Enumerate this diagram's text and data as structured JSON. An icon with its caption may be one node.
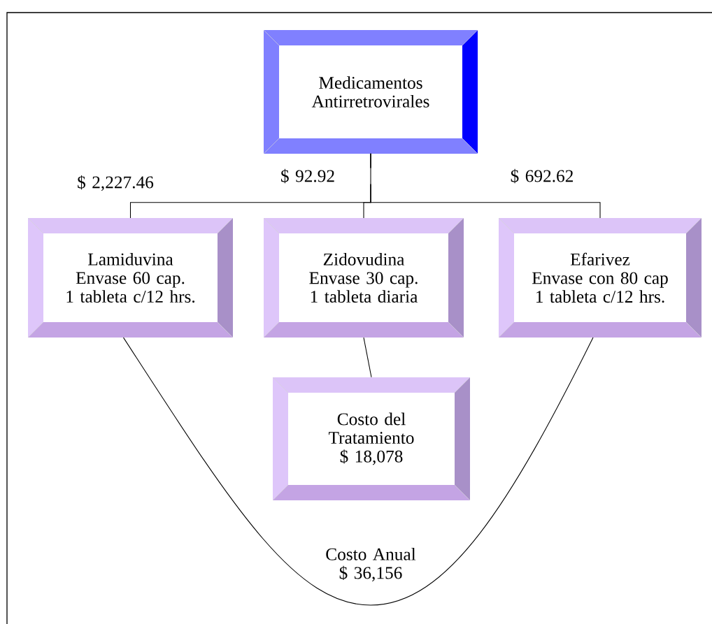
{
  "diagram": {
    "nodes": [
      {
        "text": [
          "Medicamentos Antirretrovirales"
        ]
      },
      {
        "text": [
          "Lamiduvina",
          "Envase 60 cap.",
          "1 tableta c/12 hrs."
        ]
      },
      {
        "text": [
          "Zidovudina",
          "Envase 30 cap.",
          "1 tableta diaria"
        ]
      },
      {
        "text": [
          "Efarivez",
          "Envase con 80 cap",
          "1 tableta c/12 hrs."
        ]
      },
      {
        "text": [
          "Costo del Tratamiento",
          "$ 18,078"
        ]
      }
    ],
    "edges": [
      {
        "from": 0,
        "to": 1,
        "arrow": "none",
        "label": "$ 2,227.46"
      },
      {
        "from": 0,
        "to": 2,
        "arrow": "none",
        "label": "$ 92.92"
      },
      {
        "from": 0,
        "to": 3,
        "arrow": "none",
        "label": "$ 692.62"
      },
      {
        "from": 2,
        "to": 4,
        "arrow": "none"
      },
      {
        "from": 1,
        "to": 3,
        "arrow": "none",
        "label": "Costo Anual $ 36,156"
      }
    ]
  }
}
